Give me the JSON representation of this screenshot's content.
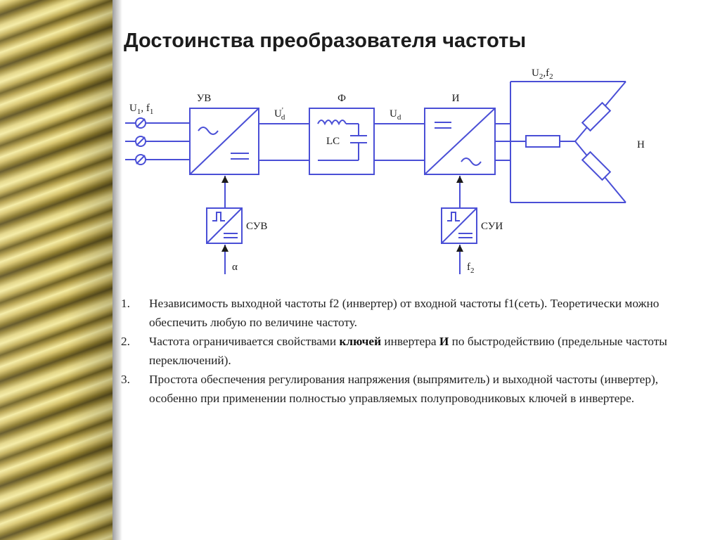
{
  "slide": {
    "title": "Достоинства преобразователя частоты"
  },
  "diagram": {
    "input_label_main": "U",
    "input_label_sub": "1",
    "input_label_sep": ", f",
    "input_label_sub2": "1",
    "rectifier_label": "УВ",
    "filter_label": "Ф",
    "filter_lc_label": "LC",
    "inverter_label": "И",
    "rectifier_control_label": "СУВ",
    "inverter_control_label": "СУИ",
    "ud_prime_main": "U",
    "ud_prime_sup": "'",
    "ud_prime_sub": "d",
    "ud_main": "U",
    "ud_sub": "d",
    "output_label_main": "U",
    "output_label_sub": "2",
    "output_label_sep": ",f",
    "output_label_sub2": "2",
    "load_label": "Н",
    "alpha_label": "α",
    "f2_main": "f",
    "f2_sub": "2",
    "color_line": "#4a4fd6"
  },
  "points": [
    {
      "num": "1.",
      "text": "Независимость выходной частоты f2 (инвертер) от входной частоты f1(сеть). Теоретически можно обеспечить любую по величине частоту."
    },
    {
      "num": "2.",
      "text_a": "Частота ограничивается свойствами ",
      "bold_a": "ключей",
      "text_b": " инвертера ",
      "bold_b": "И",
      "text_c": " по быстродействию (предельные частоты переключений)."
    },
    {
      "num": "3.",
      "text": "Простота обеспечения регулирования напряжения (выпрямитель) и выходной частоты (инвертер), особенно при применении полностью управляемых полупроводниковых ключей в инвертере."
    }
  ]
}
